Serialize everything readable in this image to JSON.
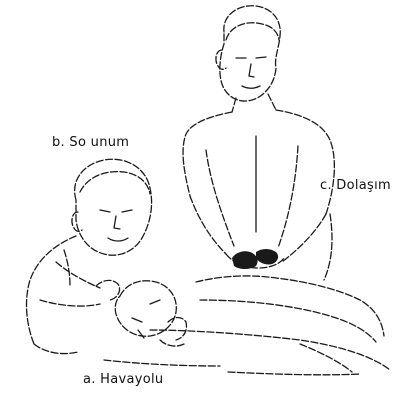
{
  "labels": {
    "breathing": "b. So unum",
    "circulation": "c. Dolaşım",
    "airway": "a. Havayolu"
  },
  "colors": {
    "line": "#1a1a1a",
    "background": "#ffffff"
  }
}
